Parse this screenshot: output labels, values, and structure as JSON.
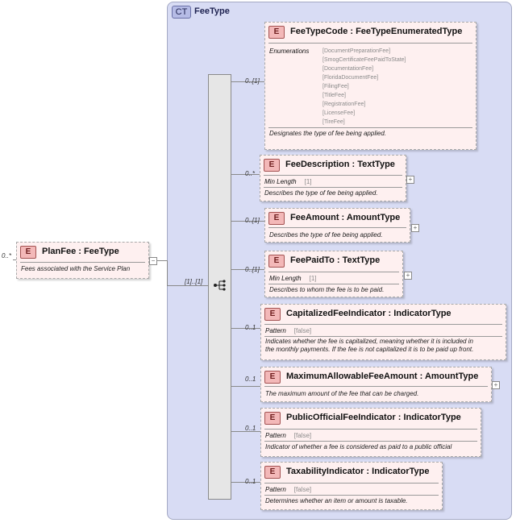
{
  "root": {
    "badge": "E",
    "title": "PlanFee  : FeeType",
    "doc": "Fees associated with the Service Plan",
    "cardinality": "0..*",
    "collapse_glyph": "−"
  },
  "complex_type": {
    "badge": "CT",
    "name": "FeeType"
  },
  "sequence_cardinality": "[1]..[1]",
  "expand_glyph": "+",
  "elements": [
    {
      "badge": "E",
      "title": "FeeTypeCode : FeeTypeEnumeratedType",
      "cardinality": "0..[1]",
      "enum_label": "Enumerations",
      "enums": [
        "[DocumentPreparationFee]",
        "[SmogCertificateFeePaidToState]",
        "[DocumentationFee]",
        "[FloridaDocumentFee]",
        "[FilingFee]",
        "[TitleFee]",
        "[RegistrationFee]",
        "[LicenseFee]",
        "[TireFee]",
        "..."
      ],
      "doc": "Designates the type of fee being applied."
    },
    {
      "badge": "E",
      "title": "FeeDescription : TextType",
      "cardinality": "0..*",
      "prop_name": "Min Length",
      "prop_value": "[1]",
      "doc": "Describes the type of fee being applied."
    },
    {
      "badge": "E",
      "title": "FeeAmount : AmountType",
      "cardinality": "0..[1]",
      "doc": "Describes the type of fee being applied."
    },
    {
      "badge": "E",
      "title": "FeePaidTo : TextType",
      "cardinality": "0..[1]",
      "prop_name": "Min Length",
      "prop_value": "[1]",
      "doc": "Describes to whom the fee is to be paid."
    },
    {
      "badge": "E",
      "title": "CapitalizedFeeIndicator : IndicatorType",
      "cardinality": "0..1",
      "prop_name": "Pattern",
      "prop_value": "[false]",
      "doc1": "Indicates whether the fee is capitalized, meaning whether it is included in",
      "doc2": "the monthly payments. If the fee is not capitalized it is to be paid up front."
    },
    {
      "badge": "E",
      "title": "MaximumAllowableFeeAmount : AmountType",
      "cardinality": "0..1",
      "doc": "The maximum amount of the fee that can be charged."
    },
    {
      "badge": "E",
      "title": "PublicOfficialFeeIndicator : IndicatorType",
      "cardinality": "0..1",
      "prop_name": "Pattern",
      "prop_value": "[false]",
      "doc": "Indicator of whether a fee is considered as paid to a public official"
    },
    {
      "badge": "E",
      "title": "TaxabilityIndicator : IndicatorType",
      "cardinality": "0..1",
      "prop_name": "Pattern",
      "prop_value": "[false]",
      "doc": "Determines whether an item or amount is taxable."
    }
  ]
}
